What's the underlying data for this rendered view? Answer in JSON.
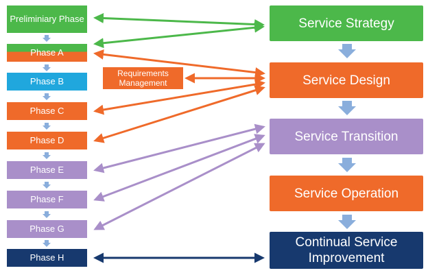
{
  "phases": {
    "preliminary": "Preliminiary Phase",
    "a": "Phase A",
    "b": "Phase B",
    "c": "Phase C",
    "d": "Phase D",
    "e": "Phase E",
    "f": "Phase F",
    "g": "Phase G",
    "h": "Phase H"
  },
  "requirements": "Requirements Management",
  "services": {
    "strategy": "Service Strategy",
    "design": "Service Design",
    "transition": "Service Transition",
    "operation": "Service Operation",
    "improvement": "Continual Service Improvement"
  },
  "colors": {
    "green": "#4cb84a",
    "orange": "#ef6a2a",
    "blue": "#20a7dd",
    "purple": "#a98fc9",
    "navy": "#17396e",
    "connector_arrow": "#8aaedc"
  }
}
